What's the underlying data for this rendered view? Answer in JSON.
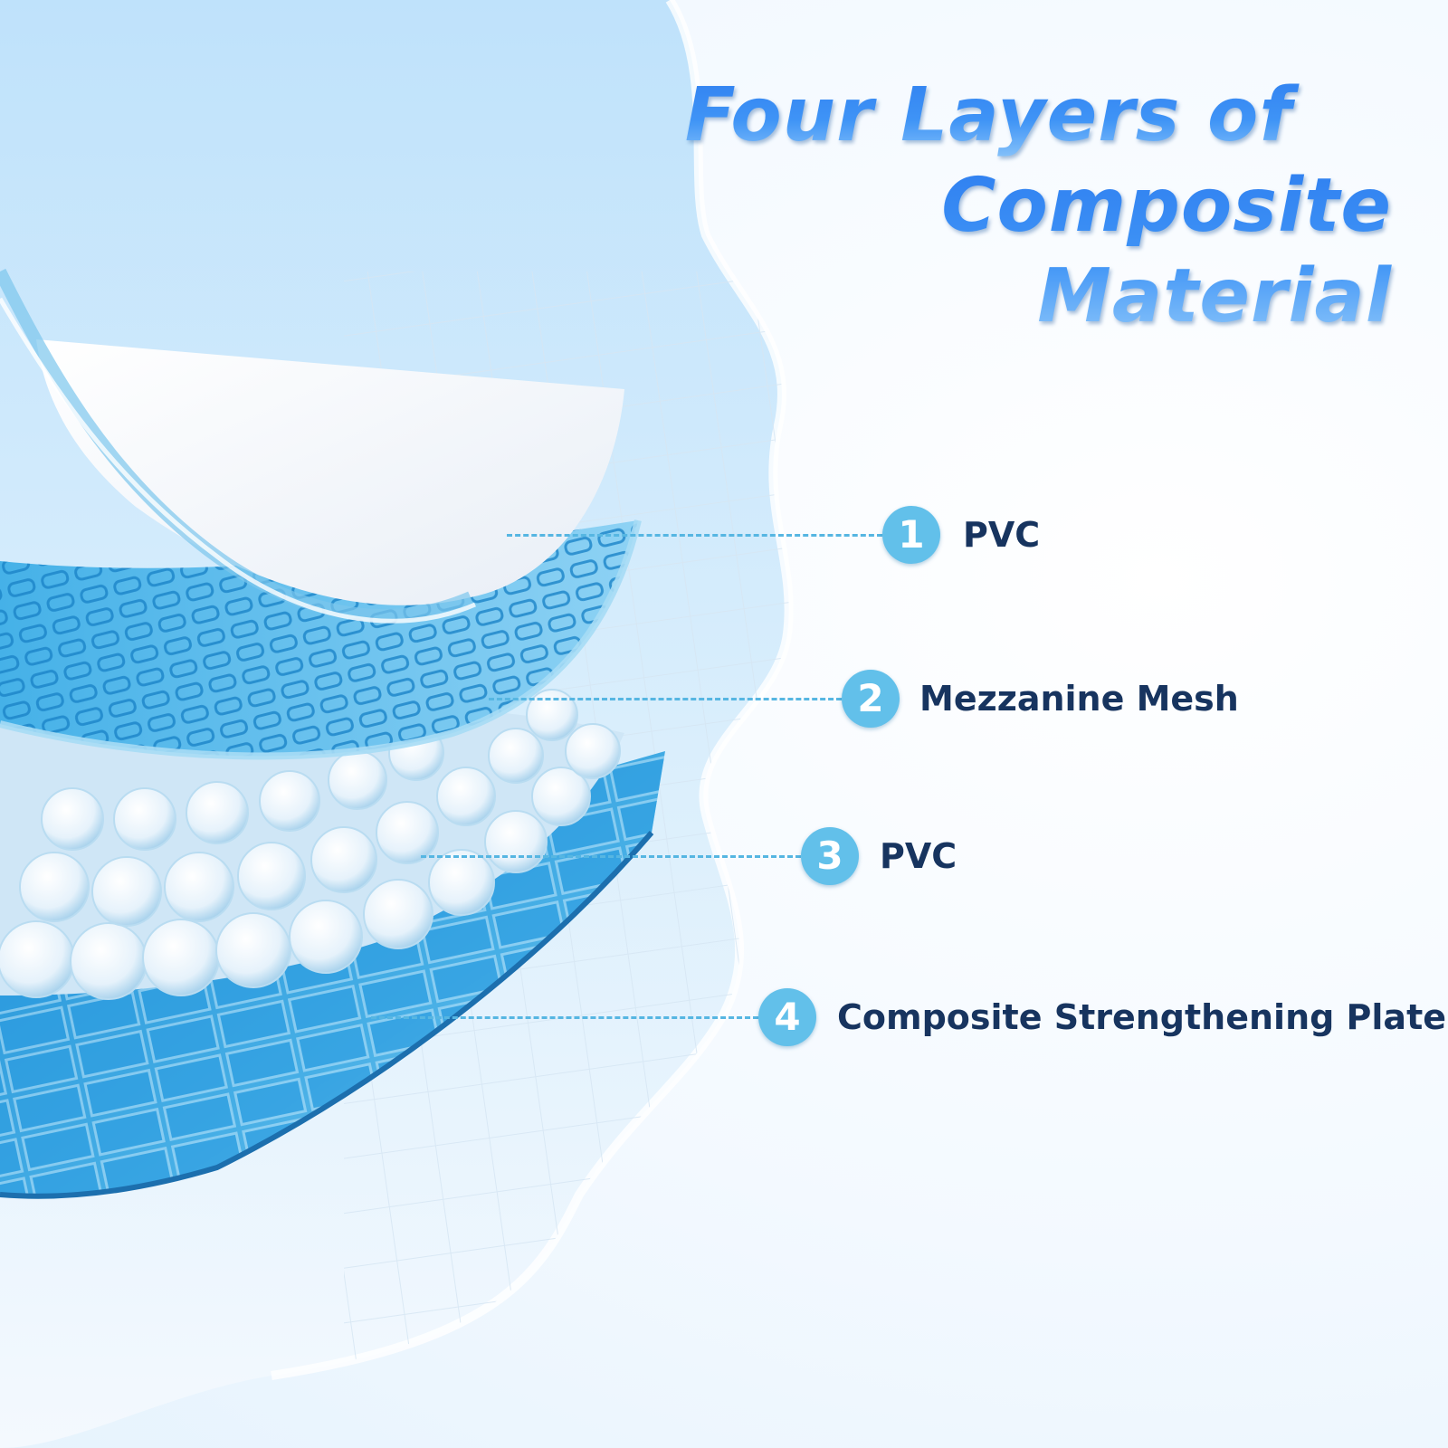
{
  "title": {
    "line1": "Four Layers of",
    "line2": "Composite Material"
  },
  "layers": [
    {
      "number": "1",
      "name": "PVC"
    },
    {
      "number": "2",
      "name": "Mezzanine Mesh"
    },
    {
      "number": "3",
      "name": "PVC"
    },
    {
      "number": "4",
      "name": "Composite Strengthening Plate"
    }
  ],
  "colors": {
    "title_blue": "#2f7ff0",
    "badge": "#62c0ea",
    "label_text": "#17345f",
    "leader_line": "#56b6e2"
  }
}
